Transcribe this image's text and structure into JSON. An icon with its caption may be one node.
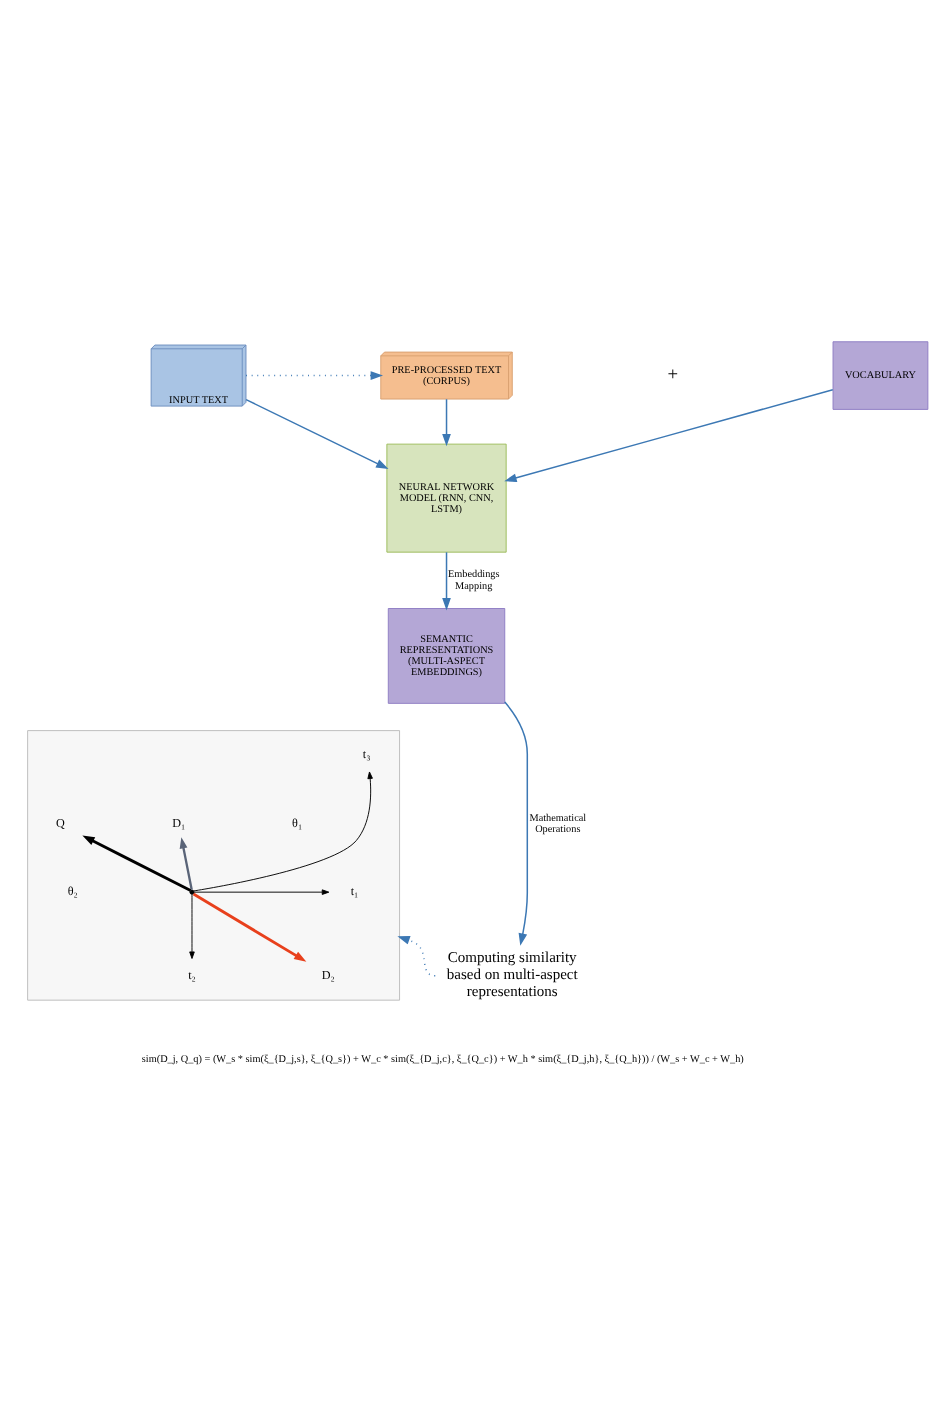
{
  "diagram": {
    "nodes": [
      {
        "text": [
          "INPUT TEXT"
        ]
      },
      {
        "text": [
          "PRE-PROCESSED TEXT (CORPUS)"
        ]
      },
      {
        "text": [
          "VOCABULARY"
        ]
      },
      {
        "text": [
          "NEURAL NETWORK MODEL (RNN, CNN, LSTM)"
        ]
      },
      {
        "text": [
          "SEMANTIC REPRESENTATIONS (MULTI-ASPECT EMBEDDINGS)"
        ]
      },
      {
        "text": [
          "Computing similarity based on multi-aspect representations"
        ]
      },
      {
        "text": [],
        "shape": "picture"
      }
    ],
    "edges": [
      {
        "from": 0,
        "to": 1,
        "arrow": "to",
        "style": "dashed"
      },
      {
        "from": 0,
        "to": 3,
        "arrow": "to"
      },
      {
        "from": 1,
        "to": 3,
        "arrow": "to"
      },
      {
        "from": 2,
        "to": 3,
        "arrow": "to"
      },
      {
        "from": 3,
        "to": 4,
        "label": "Embeddings Mapping",
        "arrow": "to"
      },
      {
        "from": 4,
        "to": 5,
        "label": "Mathematical Operations",
        "arrow": "to"
      },
      {
        "from": 5,
        "to": 6,
        "arrow": "to",
        "style": "dashed"
      }
    ],
    "labels": [
      "+",
      "t₃",
      "θ₁",
      "D₁",
      "Q",
      "θ₂",
      "t₁",
      "t₂",
      "D₂",
      "sim(D_j, Q_q) = (W_s * sim(ξ_{D_j,s}, ξ_{Q_s}) + W_c * sim(ξ_{D_j,c}, ξ_{Q_c}) + W_h * sim(ξ_{D_j,h}, ξ_{Q_h})) / (W_s + W_c + W_h)"
    ]
  }
}
